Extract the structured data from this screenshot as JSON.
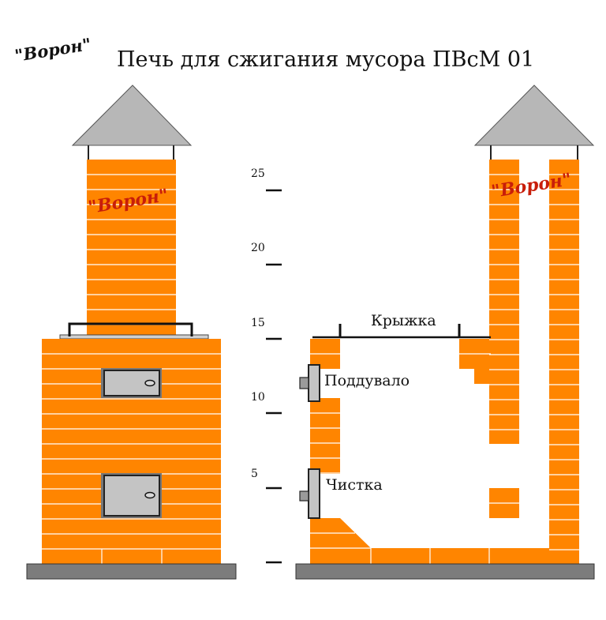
{
  "header": {
    "brand": "\"Ворон\"",
    "title": "Печь для сжигания мусора ПВсМ 01"
  },
  "front_view": {
    "chimney_brand": "\"Ворон\""
  },
  "side_view": {
    "chimney_brand": "\"Ворон\"",
    "labels": {
      "lid": "Крыжка",
      "ash_door": "Поддувало",
      "cleanout": "Чистка"
    }
  },
  "scale": {
    "ticks": [
      "25",
      "20",
      "15",
      "10",
      "5"
    ]
  },
  "colors": {
    "brick": "#ff8500",
    "mortar": "#ffffff",
    "steel": "#bcbcbc",
    "base": "#7c7c7c",
    "brand_accent": "#c81e0a"
  }
}
